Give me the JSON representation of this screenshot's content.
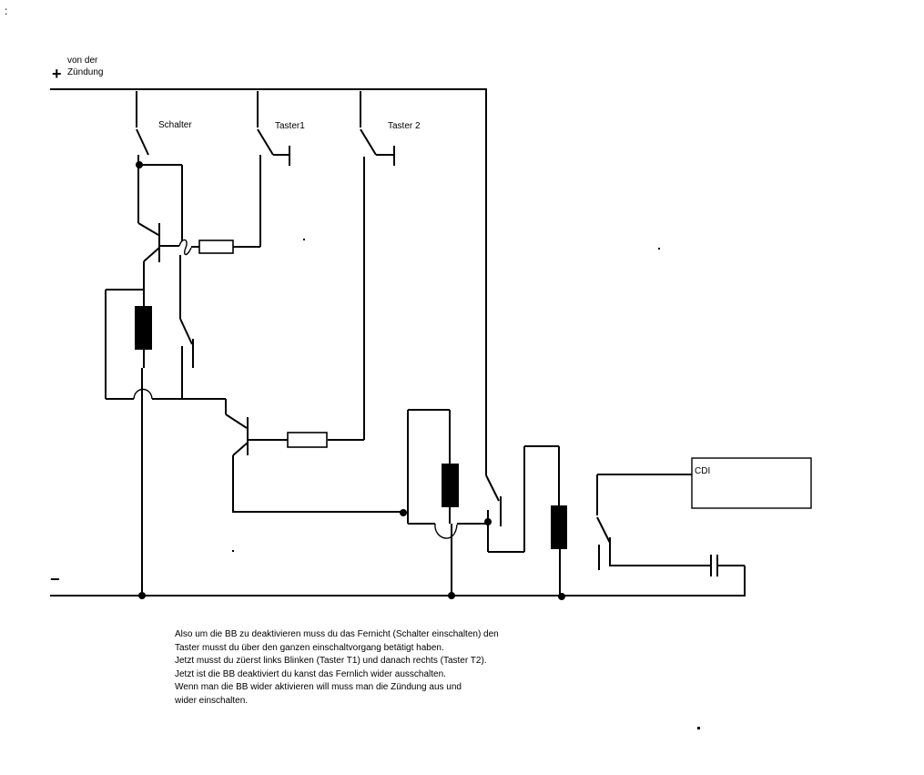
{
  "labels": {
    "plus_sign": "+",
    "minus_sign": "−",
    "supply_line1": "von der",
    "supply_line2": "Zündung",
    "switch_main": "Schalter",
    "button_1": "Taster1",
    "button_2": "Taster 2",
    "cdi": "CDI",
    "corner_mark": ":"
  },
  "note": {
    "lines": [
      "Also um die BB zu deaktivieren muss du das Fernicht (Schalter einschalten) den",
      "Taster musst du über den ganzen einschaltvorgang betätigt haben.",
      "Jetzt musst du züerst links Blinken (Taster T1) und danach rechts (Taster T2).",
      "Jetzt ist die BB deaktiviert du kanst das Fernlich wider ausschalten.",
      "Wenn man die BB wider aktivieren will muss man die Zündung aus und",
      "wider einschalten."
    ]
  }
}
